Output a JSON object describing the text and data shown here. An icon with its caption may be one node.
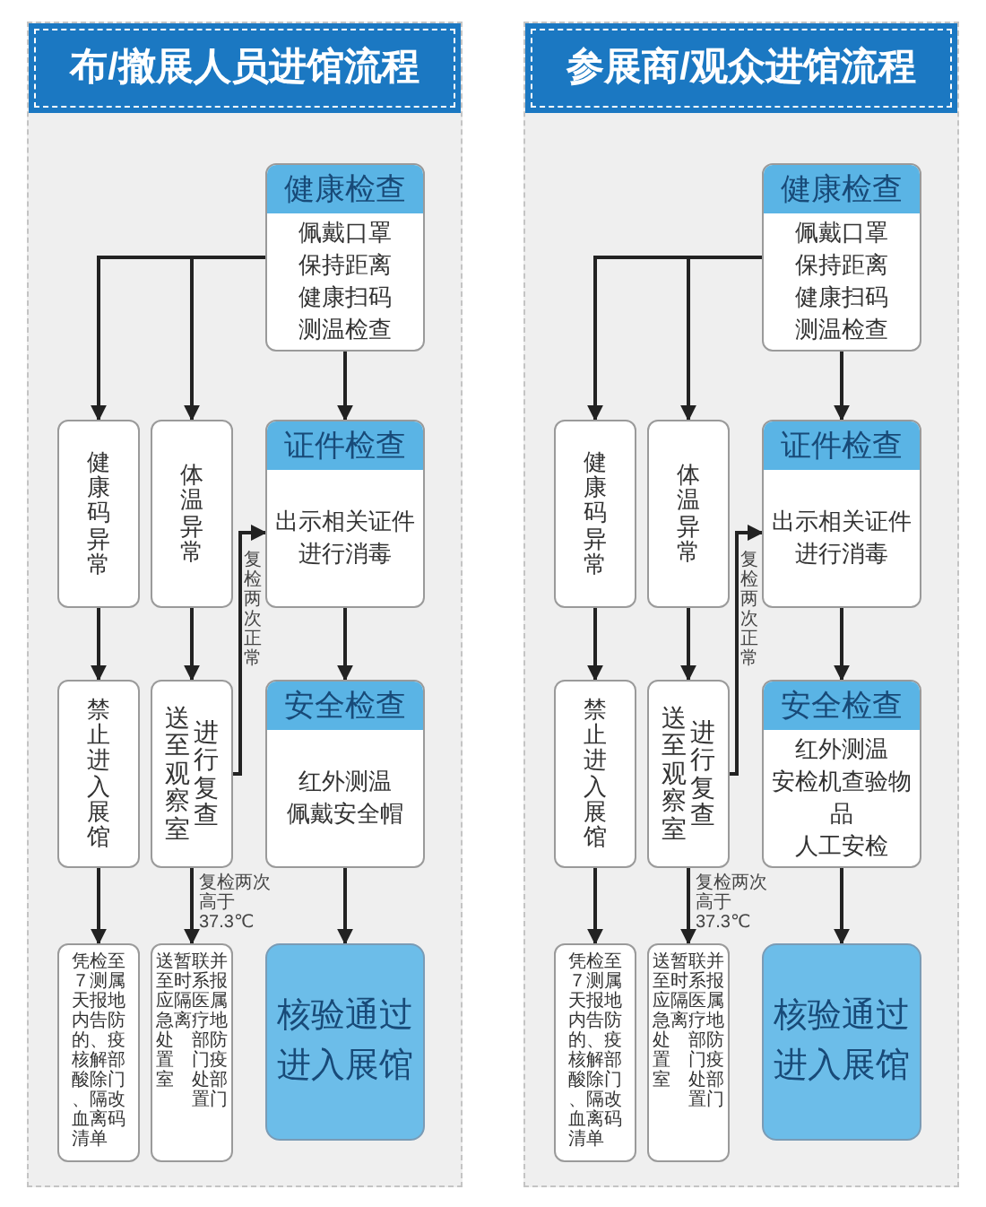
{
  "diagram": {
    "nodes": [
      {
        "text": [
          "布/撤展人员进馆流程"
        ]
      },
      {
        "text": [
          "健康检查",
          "佩戴口罩保持距离健康扫码测温检查"
        ],
        "in": 0
      },
      {
        "text": [
          "健康码异常"
        ],
        "in": 0
      },
      {
        "text": [
          "体温异常"
        ],
        "in": 0
      },
      {
        "text": [
          "证件检查",
          "出示相关证件进行消毒"
        ],
        "in": 0
      },
      {
        "text": [
          "禁止进入展馆"
        ],
        "in": 0
      },
      {
        "text": [
          "送至观察室",
          "进行复查"
        ],
        "in": 0
      },
      {
        "text": [
          "安全检查",
          "红外测温佩戴安全帽"
        ],
        "in": 0
      },
      {
        "text": [
          "凭7天内的核酸、血清",
          "检测报告、解除隔离单",
          "至属地防疫部门改码"
        ],
        "in": 0
      },
      {
        "text": [
          "送至应急处置室",
          "暂时隔离",
          "联系医疗部门处置",
          "并报属地防疫部门"
        ],
        "in": 0
      },
      {
        "text": [
          "核验通过进入展馆"
        ],
        "in": 0
      },
      {
        "text": [
          "参展商/观众进馆流程"
        ]
      },
      {
        "text": [
          "健康检查",
          "佩戴口罩保持距离健康扫码测温检查"
        ],
        "in": 11
      },
      {
        "text": [
          "健康码异常"
        ],
        "in": 11
      },
      {
        "text": [
          "体温异常"
        ],
        "in": 11
      },
      {
        "text": [
          "证件检查",
          "出示相关证件进行消毒"
        ],
        "in": 11
      },
      {
        "text": [
          "禁止进入展馆"
        ],
        "in": 11
      },
      {
        "text": [
          "送至观察室",
          "进行复查"
        ],
        "in": 11
      },
      {
        "text": [
          "安全检查",
          "红外测温安检机查验物品人工安检"
        ],
        "in": 11
      },
      {
        "text": [
          "凭7天内的核酸、血清",
          "检测报告、解除隔离单",
          "至属地防疫部门改码"
        ],
        "in": 11
      },
      {
        "text": [
          "送至应急处置室",
          "暂时隔离",
          "联系医疗部门处置",
          "并报属地防疫部门"
        ],
        "in": 11
      },
      {
        "text": [
          "核验通过进入展馆"
        ],
        "in": 11
      }
    ],
    "edges": [
      {
        "from": 1,
        "to": 2,
        "arrow": "to"
      },
      {
        "from": 1,
        "to": 3,
        "arrow": "to"
      },
      {
        "from": 1,
        "to": 4,
        "arrow": "to"
      },
      {
        "from": 2,
        "to": 5,
        "arrow": "to"
      },
      {
        "from": 3,
        "to": 6,
        "arrow": "to"
      },
      {
        "from": 4,
        "to": 7,
        "arrow": "to"
      },
      {
        "from": 6,
        "to": 4,
        "arrow": "to",
        "label": "复检两次正常"
      },
      {
        "from": 5,
        "to": 8,
        "arrow": "to"
      },
      {
        "from": 6,
        "to": 9,
        "arrow": "to",
        "label": "复检两次高于37.3℃"
      },
      {
        "from": 7,
        "to": 10,
        "arrow": "to"
      },
      {
        "from": 12,
        "to": 13,
        "arrow": "to"
      },
      {
        "from": 12,
        "to": 14,
        "arrow": "to"
      },
      {
        "from": 12,
        "to": 15,
        "arrow": "to"
      },
      {
        "from": 13,
        "to": 16,
        "arrow": "to"
      },
      {
        "from": 14,
        "to": 17,
        "arrow": "to"
      },
      {
        "from": 15,
        "to": 18,
        "arrow": "to"
      },
      {
        "from": 17,
        "to": 15,
        "arrow": "to",
        "label": "复检两次正常"
      },
      {
        "from": 16,
        "to": 19,
        "arrow": "to"
      },
      {
        "from": 17,
        "to": 20,
        "arrow": "to",
        "label": "复检两次高于37.3℃"
      },
      {
        "from": 18,
        "to": 21,
        "arrow": "to"
      }
    ]
  }
}
